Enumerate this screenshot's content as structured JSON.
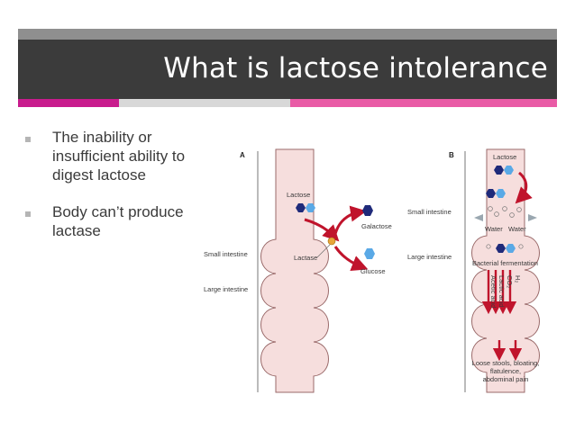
{
  "slide": {
    "title": "What is lactose intolerance",
    "bullets": [
      "The inability or insufficient ability to digest lactose",
      "Body can’t produce lactase"
    ]
  },
  "figure": {
    "panel_a": {
      "letter": "A",
      "labels": {
        "lactose": "Lactose",
        "lactase": "Lactase",
        "galactose": "Galactose",
        "glucose": "Glucose",
        "small_intestine": "Small intestine",
        "large_intestine": "Large intestine"
      }
    },
    "panel_b": {
      "letter": "B",
      "labels": {
        "lactose": "Lactose",
        "small_intestine": "Small intestine",
        "large_intestine": "Large intestine",
        "water_left": "Water",
        "water_right": "Water",
        "bacterial_fermentation": "Bacterial fermentation",
        "gas_h2": "H₂",
        "gas_co2": "CO₂",
        "lactic_acid": "Lactic acid",
        "acetic_acid": "Acetic acid",
        "symptoms_line1": "Loose stools, bloating,",
        "symptoms_line2": "flatulence,",
        "symptoms_line3": "abdominal pain"
      }
    },
    "colors": {
      "glucose": "#5aa9e6",
      "galactose": "#1f2a7a",
      "lactase_enzyme": "#e8a53a",
      "arrow": "#c0142c",
      "intestine_fill": "#f6dedd"
    }
  }
}
